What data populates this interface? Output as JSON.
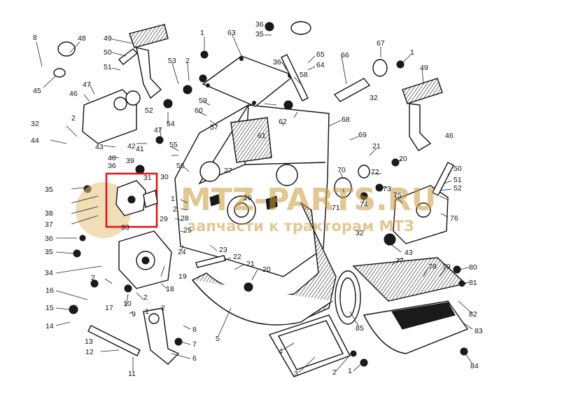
{
  "watermark": {
    "brand": "MTZ-PARTS.RU",
    "tagline": "запчасти к тракторам МТЗ",
    "color": "#d9a441"
  },
  "highlight": {
    "color": "#e0141e"
  },
  "labels": {
    "l1a": "1",
    "l1b": "1",
    "l1c": "1",
    "l1d": "1",
    "l1e": "1",
    "l2a": "2",
    "l2b": "2",
    "l2c": "2",
    "l2d": "2",
    "l2e": "2",
    "l2f": "2",
    "l2g": "2",
    "l3": "3",
    "l4": "4",
    "l5": "5",
    "l6": "6",
    "l7": "7",
    "l8a": "8",
    "l8b": "8",
    "l9": "9",
    "l10": "10",
    "l11": "11",
    "l12": "12",
    "l13": "13",
    "l14": "14",
    "l15": "15",
    "l16": "16",
    "l17": "17",
    "l18": "18",
    "l19": "19",
    "l20a": "20",
    "l20b": "20",
    "l21a": "21",
    "l21b": "21",
    "l22": "22",
    "l23": "23",
    "l24": "24",
    "l25": "25",
    "l26": "26",
    "l27": "27",
    "l28": "28",
    "l29": "29",
    "l30": "30",
    "l31": "31",
    "l32a": "32",
    "l32b": "32",
    "l32c": "32",
    "l33": "33",
    "l34": "34",
    "l35a": "35",
    "l35b": "35",
    "l35c": "35",
    "l36a": "36",
    "l36b": "36",
    "l36c": "36",
    "l36d": "36",
    "l37": "37",
    "l38": "38",
    "l39": "39",
    "l40": "40",
    "l41": "41",
    "l42": "42",
    "l43a": "43",
    "l43b": "43",
    "l44": "44",
    "l45": "45",
    "l46a": "46",
    "l46b": "46",
    "l47a": "47",
    "l47b": "47",
    "l48": "48",
    "l49a": "49",
    "l49b": "49",
    "l50a": "50",
    "l50b": "50",
    "l51a": "51",
    "l51b": "51",
    "l52a": "52",
    "l52b": "52",
    "l53": "53",
    "l54": "54",
    "l55": "55",
    "l56": "56",
    "l57": "57",
    "l58": "58",
    "l59": "59",
    "l60": "60",
    "l61": "61",
    "l62": "62",
    "l63": "63",
    "l64": "64",
    "l65": "65",
    "l66": "66",
    "l67": "67",
    "l68": "68",
    "l69": "69",
    "l70": "70",
    "l71": "71",
    "l72": "72",
    "l73": "73",
    "l74": "74",
    "l75": "75",
    "l76": "76",
    "l77": "77",
    "l78": "78",
    "l79": "79",
    "l80": "80",
    "l81": "81",
    "l82": "82",
    "l83": "83",
    "l84": "84",
    "l85": "85"
  }
}
